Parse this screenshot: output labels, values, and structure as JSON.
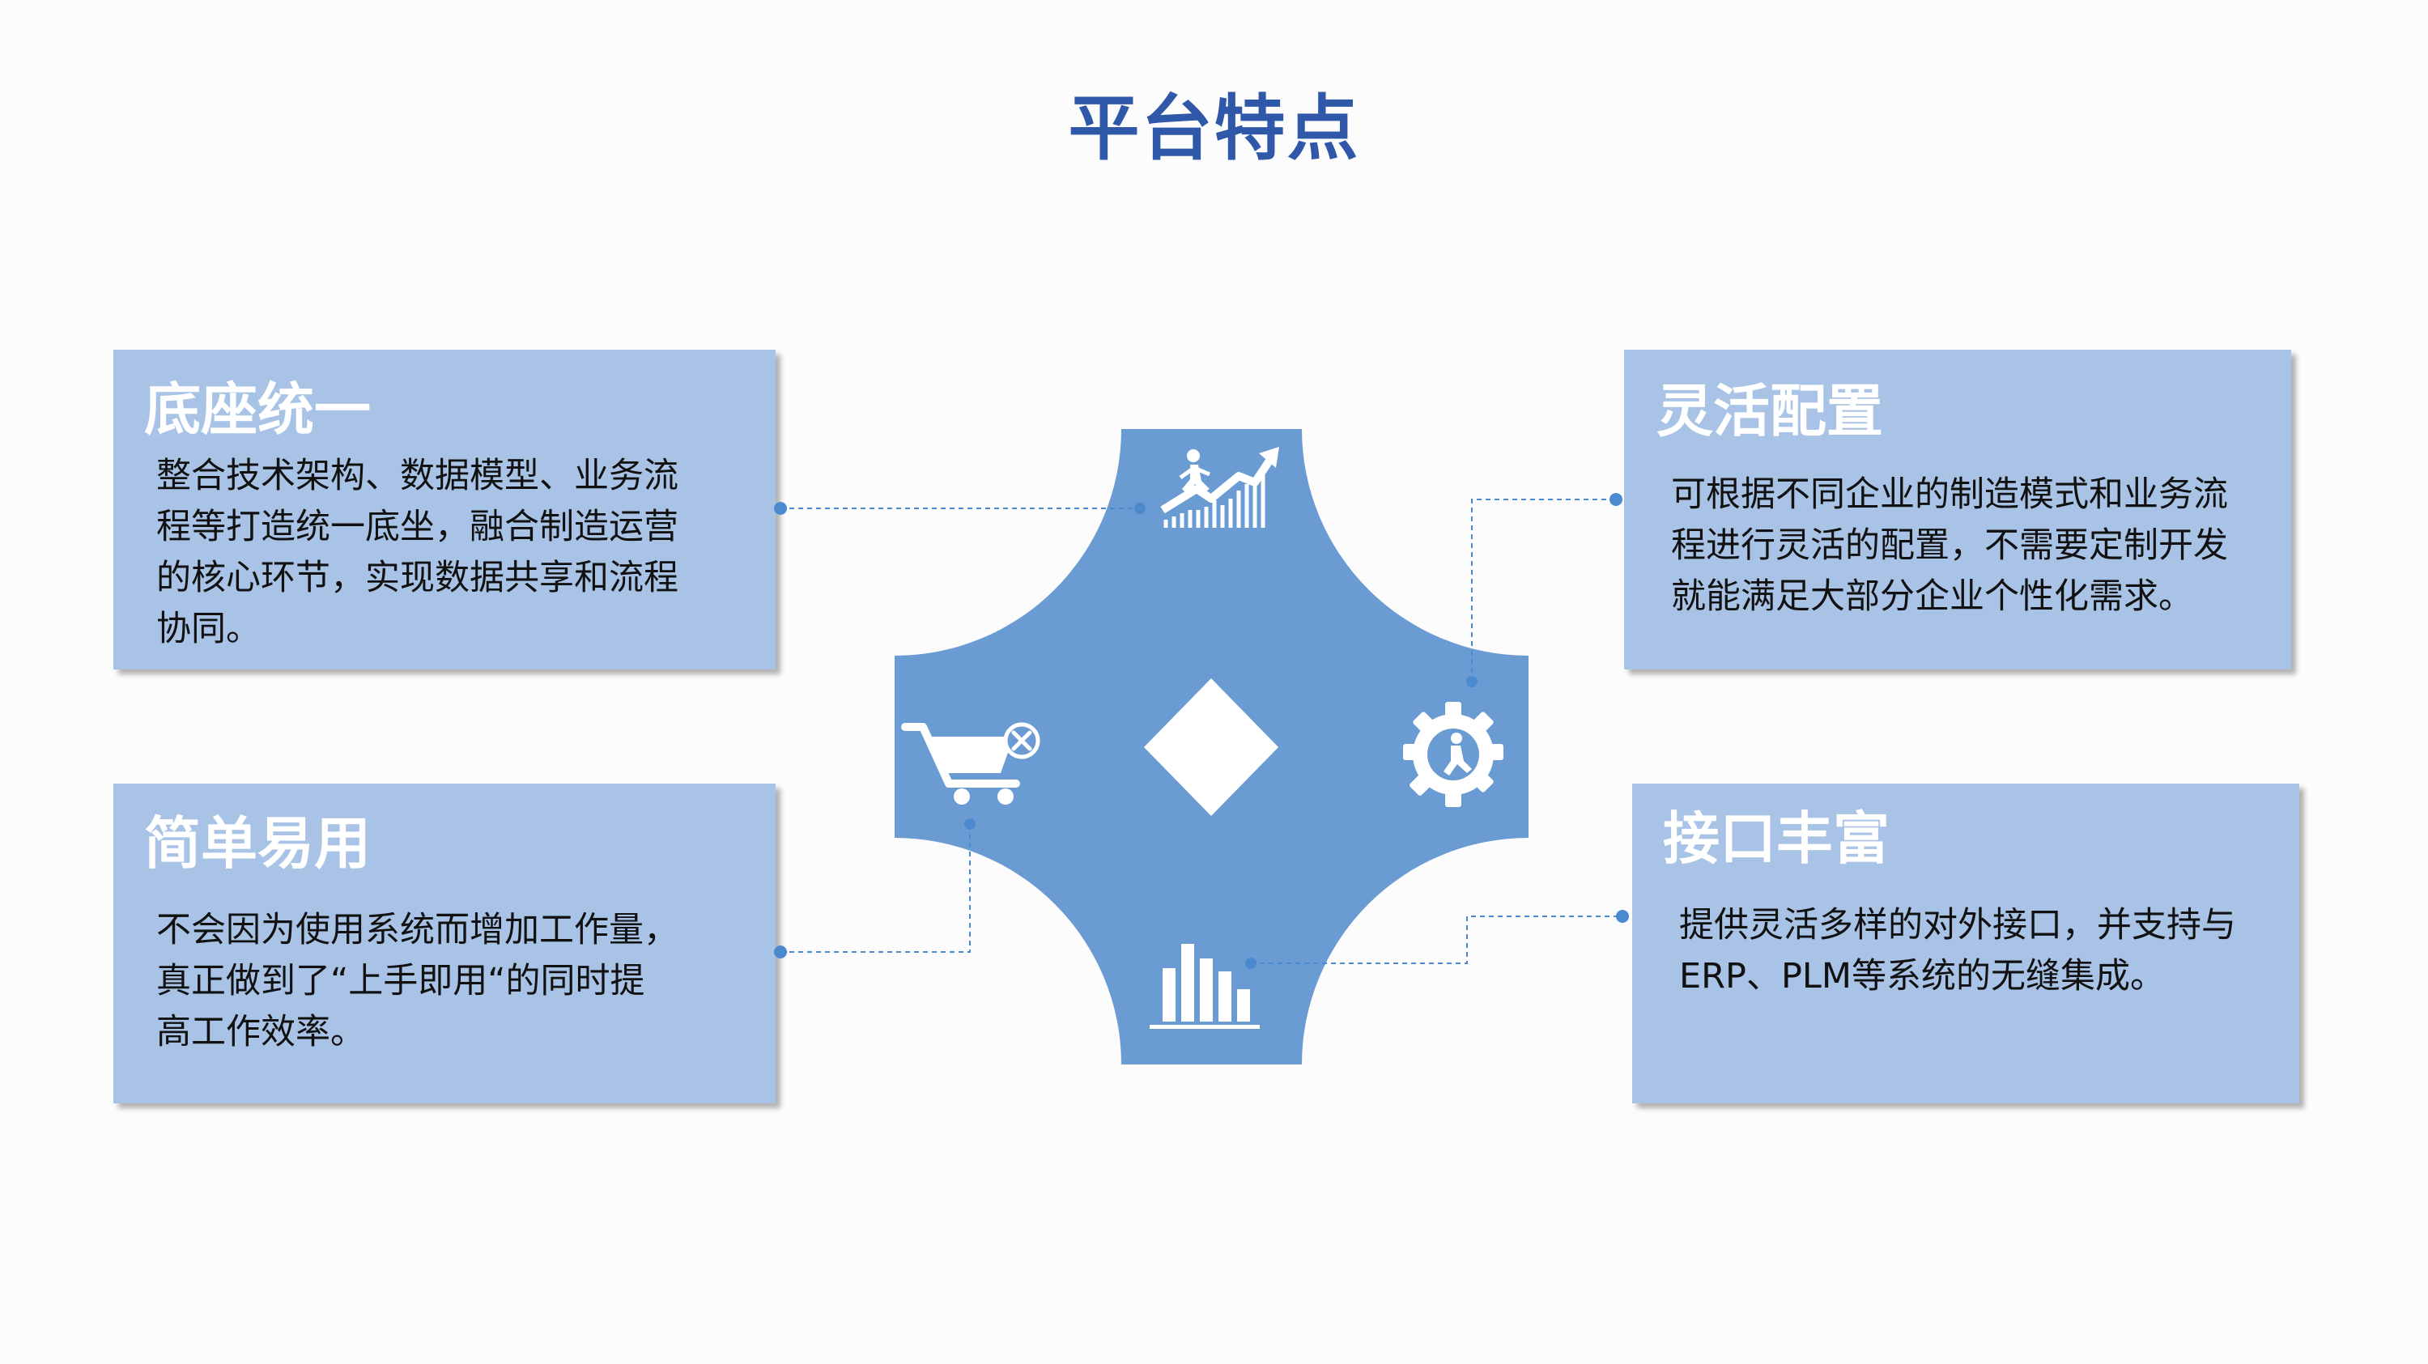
{
  "page_title": "平台特点",
  "colors": {
    "title": "#2f58a8",
    "card": "#a8c3e5",
    "center_shape": "#6a9bd3",
    "connector": "#4c8ad0"
  },
  "center_icons": [
    "climbing-growth-chart-icon",
    "shopping-cart-icon",
    "gear-person-icon",
    "bar-chart-icon",
    "diamond-icon"
  ],
  "features": [
    {
      "title": "底座统一",
      "lines": [
        "整合技术架构、数据模型、业务流",
        "程等打造统一底坐，融合制造运营",
        "的核心环节，实现数据共享和流程",
        "协同。"
      ]
    },
    {
      "title": "灵活配置",
      "lines": [
        "可根据不同企业的制造模式和业务流",
        "程进行灵活的配置，不需要定制开发",
        "就能满足大部分企业个性化需求。"
      ]
    },
    {
      "title": "简单易用",
      "lines": [
        "不会因为使用系统而增加工作量，",
        "真正做到了“上手即用“的同时提",
        "高工作效率。"
      ]
    },
    {
      "title": "接口丰富",
      "lines": [
        "提供灵活多样的对外接口，并支持与",
        "ERP、PLM等系统的无缝集成。"
      ]
    }
  ]
}
